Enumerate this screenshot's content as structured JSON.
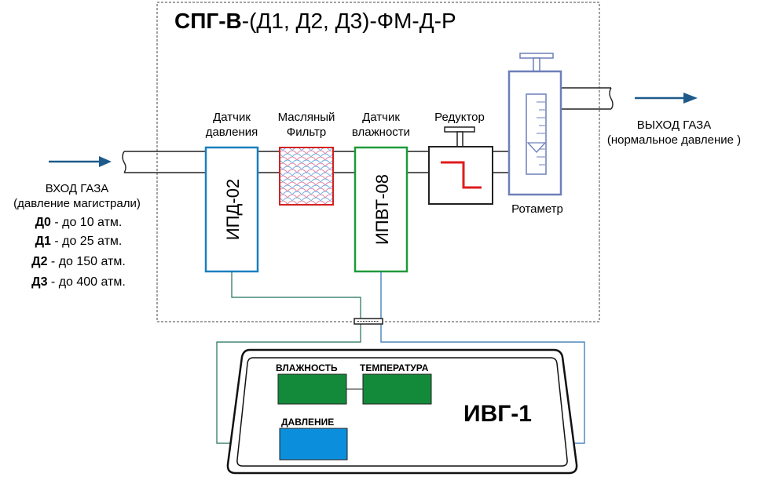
{
  "title": {
    "bold": "СПГ-В",
    "rest": "-(Д1, Д2, Д3)-ФМ-Д-Р"
  },
  "inlet": {
    "label_line1": "ВХОД ГАЗА",
    "label_line2": "(давление магистрали)",
    "ranges": [
      {
        "code": "Д0",
        "text": " - до 10 атм."
      },
      {
        "code": "Д1",
        "text": " - до 25 атм."
      },
      {
        "code": "Д2",
        "text": " - до 150 атм."
      },
      {
        "code": "Д3",
        "text": " - до 400 атм."
      }
    ]
  },
  "outlet": {
    "label_line1": "ВЫХОД ГАЗА",
    "label_line2": "(нормальное давление )"
  },
  "components": {
    "pressure_sensor": {
      "label_line1": "Датчик",
      "label_line2": "давления",
      "model": "ИПД-02",
      "color": "#1a7fc0"
    },
    "oil_filter": {
      "label_line1": "Масляный",
      "label_line2": "Фильтр",
      "color": "#d62020"
    },
    "humidity_sensor": {
      "label_line1": "Датчик",
      "label_line2": "влажности",
      "model": "ИПВТ-08",
      "color": "#1f9a3a"
    },
    "reducer": {
      "label": "Редуктор"
    },
    "rotameter": {
      "label": "Ротаметр",
      "color": "#6d7fb8"
    }
  },
  "device": {
    "name": "ИВГ-1",
    "humidity_label": "ВЛАЖНОСТЬ",
    "temperature_label": "ТЕМПЕРАТУРА",
    "pressure_label": "ДАВЛЕНИЕ",
    "display_green": "#138a3a",
    "display_blue": "#0b8fdd"
  },
  "colors": {
    "arrow": "#1e5a8a",
    "cable": "#1f6f5a",
    "cable_blue": "#2a6fb0"
  }
}
